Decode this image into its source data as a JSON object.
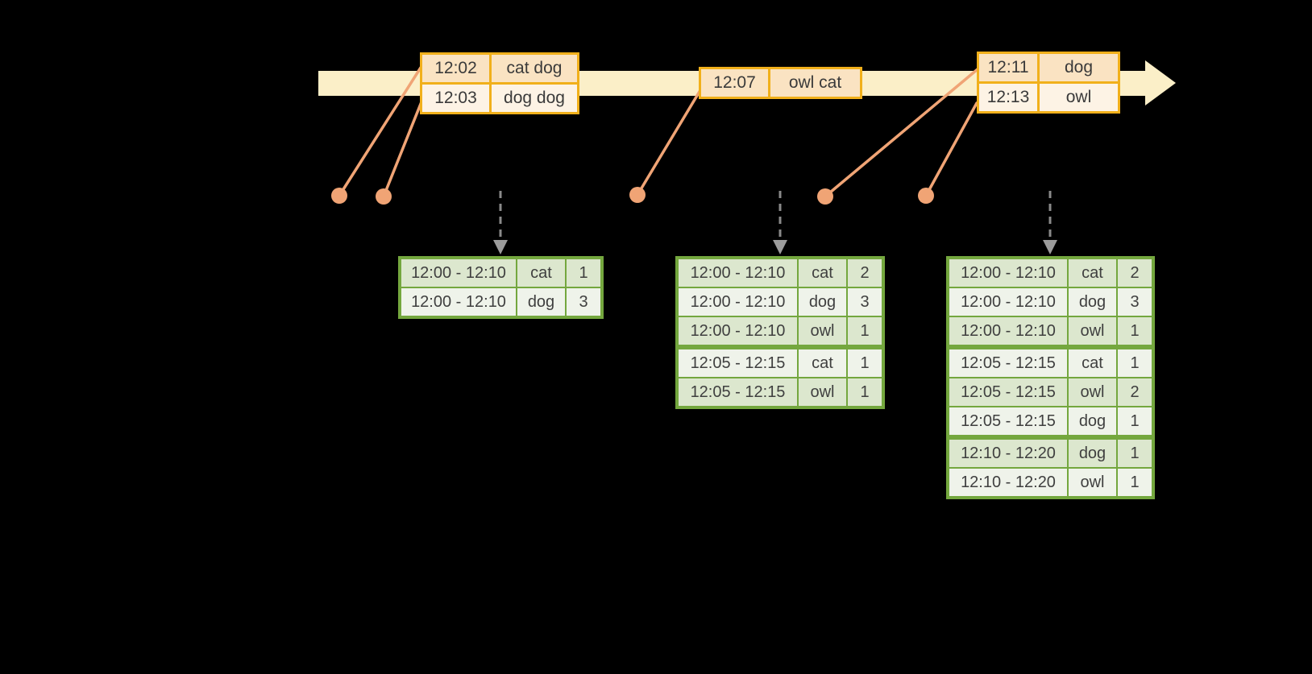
{
  "colors": {
    "background": "#000000",
    "timeline_band": "#FBEFC8",
    "event_table_border": "#F1B01B",
    "event_row_dark": "#FAE3C2",
    "event_row_light": "#FDF3E5",
    "connector_and_dot": "#F0A475",
    "trigger_arrow_gray": "#8A8A8A",
    "result_table_border": "#74A73E",
    "result_row_dark": "#DCE7CE",
    "result_row_light": "#EFF3EA",
    "text": "#3F3F3F"
  },
  "icons": {
    "timeline_arrow": "right-arrow",
    "event_dot": "filled-circle",
    "trigger_arrow": "dashed-down-arrow"
  },
  "event_tables": [
    {
      "rows": [
        {
          "time": "12:02",
          "words": "cat dog"
        },
        {
          "time": "12:03",
          "words": "dog dog"
        }
      ]
    },
    {
      "rows": [
        {
          "time": "12:07",
          "words": "owl cat"
        }
      ]
    },
    {
      "rows": [
        {
          "time": "12:11",
          "words": "dog"
        },
        {
          "time": "12:13",
          "words": "owl"
        }
      ]
    }
  ],
  "result_tables": [
    {
      "rows": [
        {
          "window": "12:00 - 12:10",
          "word": "cat",
          "count": "1"
        },
        {
          "window": "12:00 - 12:10",
          "word": "dog",
          "count": "3"
        }
      ]
    },
    {
      "rows": [
        {
          "window": "12:00 - 12:10",
          "word": "cat",
          "count": "2"
        },
        {
          "window": "12:00 - 12:10",
          "word": "dog",
          "count": "3"
        },
        {
          "window": "12:00 - 12:10",
          "word": "owl",
          "count": "1"
        },
        {
          "window": "12:05 - 12:15",
          "word": "cat",
          "count": "1"
        },
        {
          "window": "12:05 - 12:15",
          "word": "owl",
          "count": "1"
        }
      ]
    },
    {
      "rows": [
        {
          "window": "12:00 - 12:10",
          "word": "cat",
          "count": "2"
        },
        {
          "window": "12:00 - 12:10",
          "word": "dog",
          "count": "3"
        },
        {
          "window": "12:00 - 12:10",
          "word": "owl",
          "count": "1"
        },
        {
          "window": "12:05 - 12:15",
          "word": "cat",
          "count": "1"
        },
        {
          "window": "12:05 - 12:15",
          "word": "owl",
          "count": "2"
        },
        {
          "window": "12:05 - 12:15",
          "word": "dog",
          "count": "1"
        },
        {
          "window": "12:10 - 12:20",
          "word": "dog",
          "count": "1"
        },
        {
          "window": "12:10 - 12:20",
          "word": "owl",
          "count": "1"
        }
      ]
    }
  ]
}
